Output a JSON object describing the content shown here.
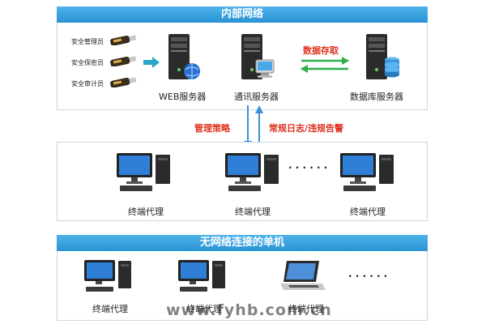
{
  "internal": {
    "title": "内部网络",
    "usb_keys": [
      "安全管理员",
      "安全保密员",
      "安全审计员"
    ],
    "servers": {
      "web": "WEB服务器",
      "comm": "通讯服务器",
      "db": "数据库服务器"
    },
    "data_access": "数据存取"
  },
  "flows": {
    "management_policy": "管理策略",
    "logs_alerts": "常规日志/违规告警"
  },
  "terminals": {
    "items": [
      "终端代理",
      "终端代理",
      "终端代理"
    ],
    "ellipsis": "· · · · · ·"
  },
  "standalone": {
    "title": "无网络连接的单机",
    "items": [
      "终端代理",
      "终端代理",
      "终端代理"
    ],
    "ellipsis": "· · · · · ·"
  },
  "watermark": "www.fyhb.com.cn",
  "colors": {
    "header_blue": "#2a93d6",
    "arrow_blue": "#3b8fd9",
    "arrow_green": "#2fae4c",
    "label_red": "#e0301e"
  }
}
